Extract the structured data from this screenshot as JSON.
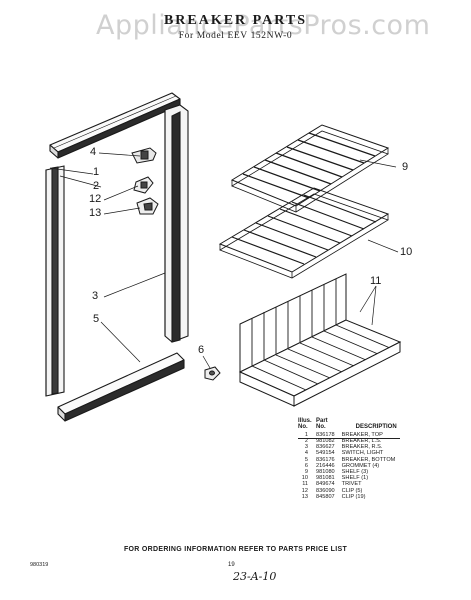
{
  "watermark": "AppliancePartsPros.com",
  "title": "BREAKER PARTS",
  "subtitle": "For Model EEV 152NW-0",
  "callouts": [
    "4",
    "1",
    "2",
    "12",
    "13",
    "3",
    "5",
    "6",
    "9",
    "10",
    "11"
  ],
  "parts_list": {
    "headers": {
      "illus": "Illus.",
      "no": "No.",
      "part": "Part",
      "part_no": "No.",
      "description": "DESCRIPTION"
    },
    "rows": [
      {
        "no": "1",
        "part": "836178",
        "desc": "BREAKER, TOP"
      },
      {
        "no": "2",
        "part": "981082",
        "desc": "BREAKER, L.S."
      },
      {
        "no": "3",
        "part": "836627",
        "desc": "BREAKER, R.S."
      },
      {
        "no": "4",
        "part": "549154",
        "desc": "SWITCH, LIGHT"
      },
      {
        "no": "5",
        "part": "836176",
        "desc": "BREAKER, BOTTOM"
      },
      {
        "no": "6",
        "part": "216446",
        "desc": "GROMMET (4)"
      },
      {
        "no": "9",
        "part": "981080",
        "desc": "SHELF (3)"
      },
      {
        "no": "10",
        "part": "981081",
        "desc": "SHELF (1)"
      },
      {
        "no": "11",
        "part": "849674",
        "desc": "TRIVET"
      },
      {
        "no": "12",
        "part": "836090",
        "desc": "CLIP (5)"
      },
      {
        "no": "13",
        "part": "845807",
        "desc": "CLIP (19)"
      }
    ]
  },
  "footer": "FOR ORDERING INFORMATION REFER TO PARTS PRICE LIST",
  "doc_code": "980319",
  "page_number": "19",
  "handwritten_note": "23-A-10"
}
